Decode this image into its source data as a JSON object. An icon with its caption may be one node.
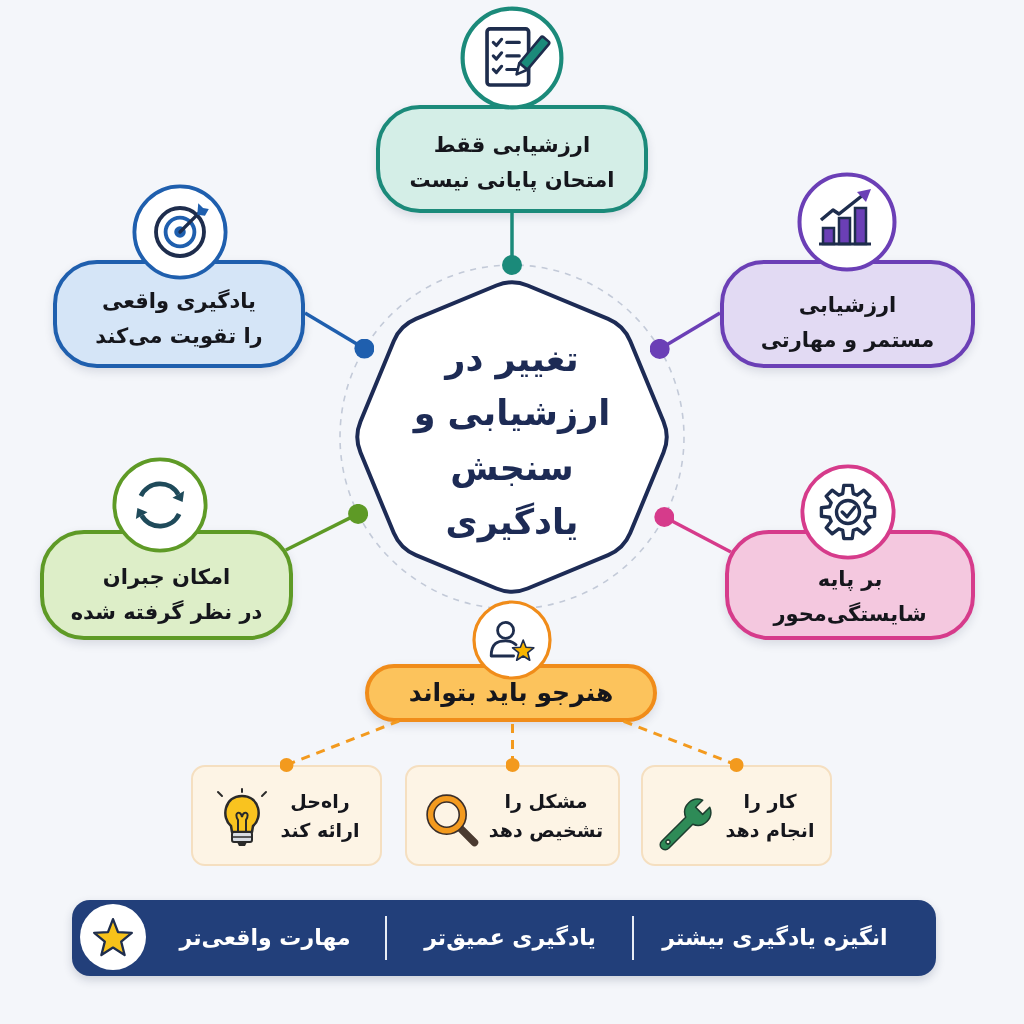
{
  "diagram": {
    "nodes": [
      {
        "text": [
          "تغییر در ارزشیابی و سنجش یادگیری"
        ]
      },
      {
        "text": [
          "ارزشیابی ققط امتحان پایانی نیست"
        ]
      },
      {
        "text": [
          "یادگیری واقعی را تقویت می‌کند"
        ]
      },
      {
        "text": [
          "ارزشیابی مستمر و مهارتی"
        ]
      },
      {
        "text": [
          "امکان جبران در نظر گرفته شده"
        ]
      },
      {
        "text": [
          "بر پایه شایستگی‌محور"
        ]
      },
      {
        "text": [
          "هنرجو باید بتواند"
        ]
      },
      {
        "text": [
          "کار را انجام دهد"
        ]
      },
      {
        "text": [
          "مشکل را تشخیص دهد"
        ]
      },
      {
        "text": [
          "راه‌حل ارائه کند"
        ]
      },
      {
        "text": [
          "انگیزه یادگیری بیشتر",
          "یادگیری عمیق‌تر",
          "مهارت واقعی‌تر"
        ]
      }
    ],
    "edges": [
      {
        "from": 0,
        "to": 1,
        "arrow": "other",
        "color": "#1b8a7a"
      },
      {
        "from": 0,
        "to": 2,
        "arrow": "other",
        "color": "#1f5fae"
      },
      {
        "from": 0,
        "to": 3,
        "arrow": "other",
        "color": "#6b3fb6"
      },
      {
        "from": 0,
        "to": 4,
        "arrow": "other",
        "color": "#5e9a26"
      },
      {
        "from": 0,
        "to": 5,
        "arrow": "other",
        "color": "#d63b8b"
      },
      {
        "from": 7,
        "to": 6,
        "arrow": "other",
        "style": "dashed",
        "color": "#f39a1e"
      },
      {
        "from": 8,
        "to": 6,
        "arrow": "other",
        "style": "dashed",
        "color": "#f39a1e"
      },
      {
        "from": 9,
        "to": 6,
        "arrow": "other",
        "style": "dashed",
        "color": "#f39a1e"
      }
    ]
  }
}
